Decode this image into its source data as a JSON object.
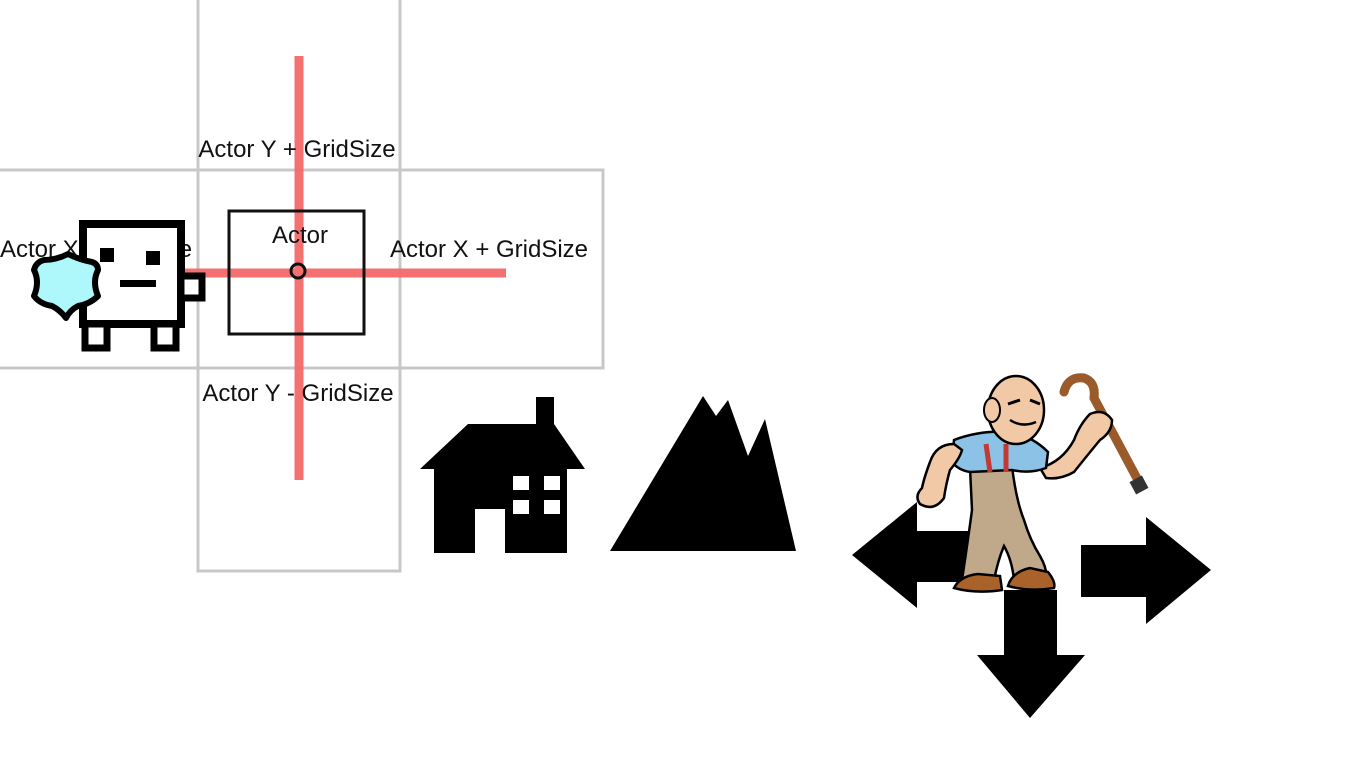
{
  "diagram": {
    "labels": {
      "actor": "Actor",
      "y_plus": "Actor Y + GridSize",
      "y_minus": "Actor Y - GridSize",
      "x_plus": "Actor X + GridSize",
      "x_minus": "Actor X - GridSize"
    },
    "colors": {
      "grid_line": "#c8c8c8",
      "axis_line": "#f56a6a",
      "actor_box": "#111111",
      "shield_fill": "#aef7fb",
      "icon_fill": "#000000",
      "skin": "#f2c9a6",
      "shirt": "#8cc2e6",
      "pants": "#bfa98a",
      "suspender": "#c23a33",
      "cane": "#9a5a2a",
      "shoe": "#a8622a"
    },
    "icons": [
      "robot-cube-icon",
      "shield-icon",
      "house-icon",
      "mountain-icon",
      "arrow-left-icon",
      "arrow-right-icon",
      "arrow-down-icon",
      "old-man-with-cane-icon"
    ]
  }
}
